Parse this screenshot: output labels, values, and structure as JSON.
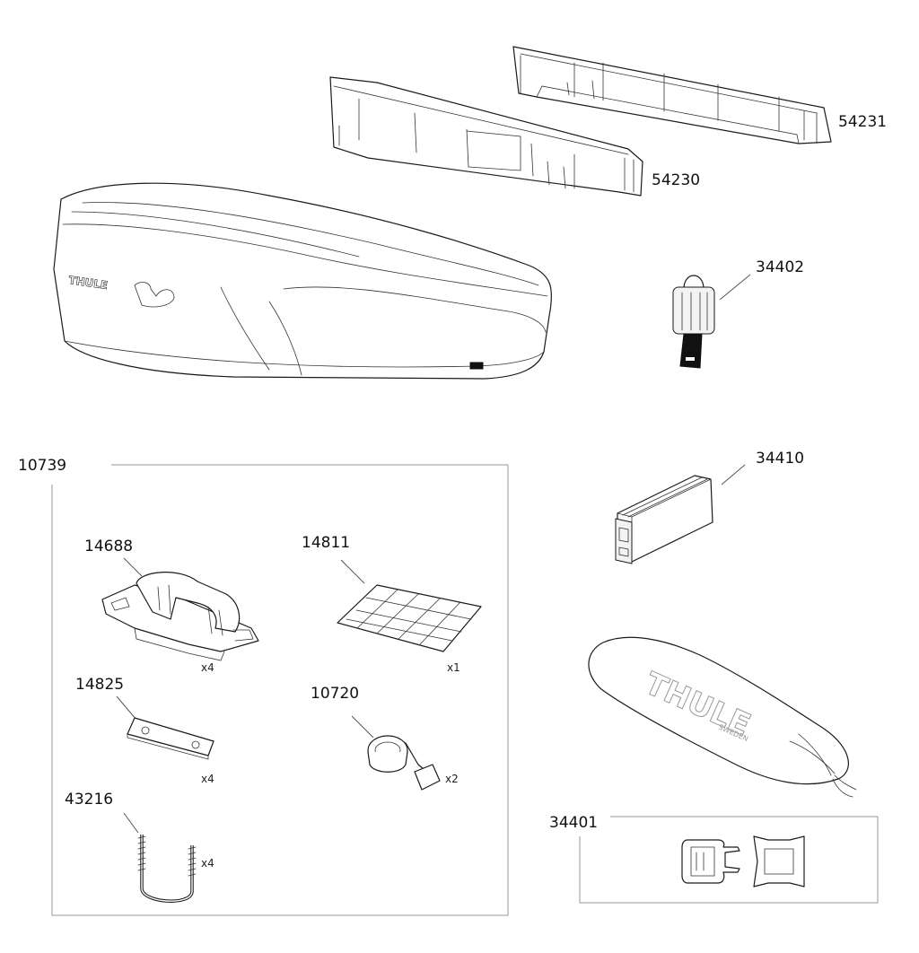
{
  "labels": {
    "p54231": "54231",
    "p54230": "54230",
    "p34402": "34402",
    "p10739": "10739",
    "p34410": "34410",
    "p14688": "14688",
    "p14811": "14811",
    "p14825": "14825",
    "p10720": "10720",
    "p43216": "43216",
    "p34401": "34401"
  },
  "quantities": {
    "q14688": "x4",
    "q14811": "x1",
    "q14825": "x4",
    "q10720": "x2",
    "q43216": "x4"
  },
  "logos": {
    "box_logo": "THULE",
    "bag_logo": "THULE",
    "bag_sublogo": "SWEDEN"
  }
}
